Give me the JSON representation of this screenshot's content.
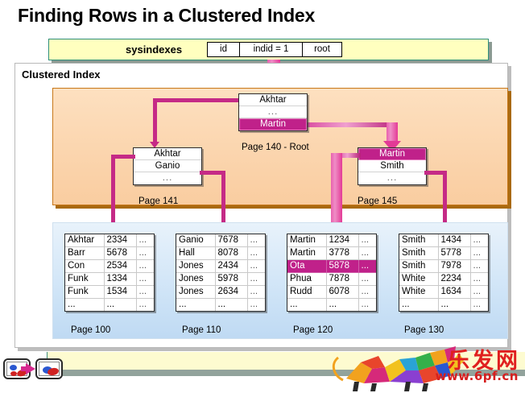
{
  "title": "Finding Rows in a Clustered Index",
  "sysindexes": {
    "label": "sysindexes",
    "cells": [
      "id",
      "indid = 1",
      "root"
    ]
  },
  "clustered_index_label": "Clustered Index",
  "index_nodes": [
    {
      "page_label": "Page 140 - Root",
      "rows": [
        {
          "text": "Akhtar",
          "highlight": false
        },
        {
          "text": "...",
          "highlight": false
        },
        {
          "text": "Martin",
          "highlight": true
        }
      ]
    },
    {
      "page_label": "Page 141",
      "rows": [
        {
          "text": "Akhtar",
          "highlight": false
        },
        {
          "text": "Ganio",
          "highlight": false
        },
        {
          "text": "...",
          "highlight": false
        }
      ]
    },
    {
      "page_label": "Page 145",
      "rows": [
        {
          "text": "Martin",
          "highlight": true
        },
        {
          "text": "Smith",
          "highlight": false
        },
        {
          "text": "...",
          "highlight": false
        }
      ]
    }
  ],
  "leaf_pages": [
    {
      "page_label": "Page 100",
      "rows": [
        {
          "name": "Akhtar",
          "value": "2334",
          "more": "...",
          "highlight": false
        },
        {
          "name": "Barr",
          "value": "5678",
          "more": "...",
          "highlight": false
        },
        {
          "name": "Con",
          "value": "2534",
          "more": "...",
          "highlight": false
        },
        {
          "name": "Funk",
          "value": "1334",
          "more": "...",
          "highlight": false
        },
        {
          "name": "Funk",
          "value": "1534",
          "more": "...",
          "highlight": false
        },
        {
          "name": "...",
          "value": "...",
          "more": "...",
          "highlight": false
        }
      ]
    },
    {
      "page_label": "Page 110",
      "rows": [
        {
          "name": "Ganio",
          "value": "7678",
          "more": "...",
          "highlight": false
        },
        {
          "name": "Hall",
          "value": "8078",
          "more": "...",
          "highlight": false
        },
        {
          "name": "Jones",
          "value": "2434",
          "more": "...",
          "highlight": false
        },
        {
          "name": "Jones",
          "value": "5978",
          "more": "...",
          "highlight": false
        },
        {
          "name": "Jones",
          "value": "2634",
          "more": "...",
          "highlight": false
        },
        {
          "name": "...",
          "value": "...",
          "more": "...",
          "highlight": false
        }
      ]
    },
    {
      "page_label": "Page 120",
      "rows": [
        {
          "name": "Martin",
          "value": "1234",
          "more": "...",
          "highlight": false
        },
        {
          "name": "Martin",
          "value": "3778",
          "more": "...",
          "highlight": false
        },
        {
          "name": "Ota",
          "value": "5878",
          "more": "...",
          "highlight": true
        },
        {
          "name": "Phua",
          "value": "7878",
          "more": "...",
          "highlight": false
        },
        {
          "name": "Rudd",
          "value": "6078",
          "more": "...",
          "highlight": false
        },
        {
          "name": "...",
          "value": "...",
          "more": "...",
          "highlight": false
        }
      ]
    },
    {
      "page_label": "Page 130",
      "rows": [
        {
          "name": "Smith",
          "value": "1434",
          "more": "...",
          "highlight": false
        },
        {
          "name": "Smith",
          "value": "5778",
          "more": "...",
          "highlight": false
        },
        {
          "name": "Smith",
          "value": "7978",
          "more": "...",
          "highlight": false
        },
        {
          "name": "White",
          "value": "2234",
          "more": "...",
          "highlight": false
        },
        {
          "name": "White",
          "value": "1634",
          "more": "...",
          "highlight": false
        },
        {
          "name": "...",
          "value": "...",
          "more": "...",
          "highlight": false
        }
      ]
    }
  ],
  "watermark": {
    "brand": "乐发网",
    "url": "www.6pf.cn"
  },
  "colors": {
    "highlight": "#c0218a",
    "arrow": "#e33a96",
    "connector": "#c52a86",
    "orange_panel": "#fbd5ae",
    "blue_panel": "#cfe4f7",
    "yellow_band": "#ffffbf"
  }
}
